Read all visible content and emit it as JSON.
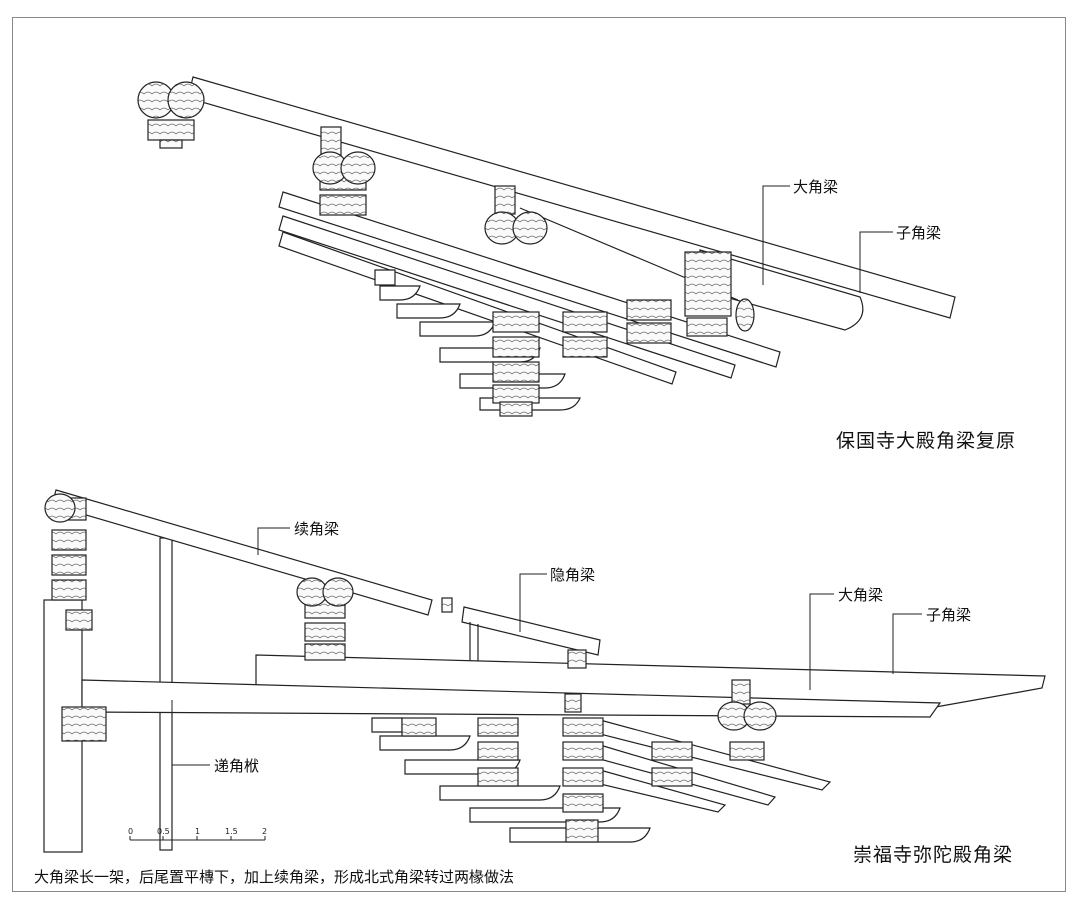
{
  "top_diagram": {
    "title": "保国寺大殿角梁复原",
    "labels": {
      "da_jiaoliang": "大角梁",
      "zi_jiaoliang": "子角梁"
    }
  },
  "bottom_diagram": {
    "title": "崇福寺弥陀殿角梁",
    "labels": {
      "xu_jiaoliang": "续角梁",
      "yin_jiaoliang": "隐角梁",
      "da_jiaoliang": "大角梁",
      "zi_jiaoliang": "子角梁",
      "di_jiaofu": "递角栿"
    },
    "scale_ticks": [
      "0",
      "0.5",
      "1",
      "1.5",
      "2"
    ]
  },
  "caption": "大角梁长一架，后尾置平槫下，加上续角梁，形成北式角梁转过两椽做法"
}
